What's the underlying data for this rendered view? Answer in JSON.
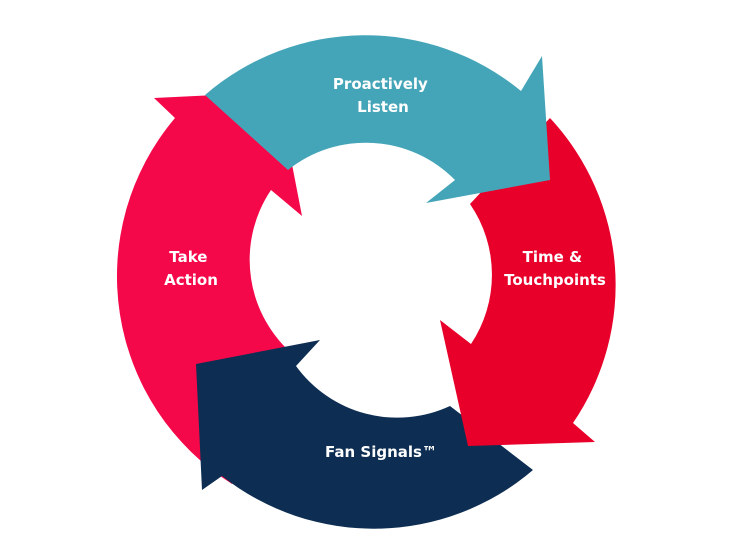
{
  "diagram": {
    "segments": [
      {
        "id": "proactively-listen",
        "lines": [
          "Proactively",
          "Listen"
        ],
        "color": "#45a5b8"
      },
      {
        "id": "time-touchpoints",
        "lines": [
          "Time &",
          "Touchpoints"
        ],
        "color": "#e8002a"
      },
      {
        "id": "fan-signals",
        "lines": [
          "Fan Signals™"
        ],
        "color": "#0d2e52"
      },
      {
        "id": "take-action",
        "lines": [
          "Take",
          "Action"
        ],
        "color": "#f5084a"
      }
    ]
  }
}
